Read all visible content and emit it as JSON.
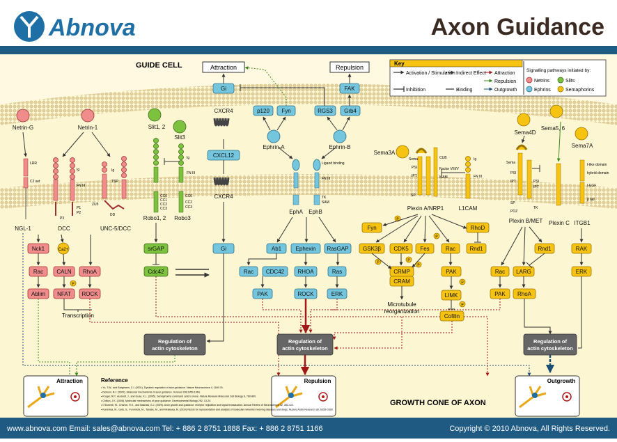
{
  "header": {
    "brand": "Abnova",
    "title": "Axon Guidance"
  },
  "labels": {
    "guide_cell": "GUIDE CELL",
    "growth_cone": "GROWTH CONE OF AXON",
    "attraction": "Attraction",
    "repulsion": "Repulsion",
    "outgrowth": "Outgrowth",
    "transcription": "Transcription",
    "microtubule": "Microtubule",
    "reorganization": "reorganization",
    "regulation1": "Regulation of",
    "regulation2": "actin cytoskeleton"
  },
  "ligands": {
    "netrin_g": "Netrin-G",
    "netrin_1": "Netrin-1",
    "slit12": "Slit1, 2",
    "slit3": "Slit3",
    "ephrin_a": "Ephrin-A",
    "ephrin_b": "Ephrin-B",
    "sema3a": "Sema3A",
    "sema4d": "Sema4D",
    "sema56": "Sema5, 6",
    "sema7a": "Sema7A"
  },
  "receptors": {
    "ngl1": "NGL-1",
    "dcc": "DCC",
    "unc5": "UNC-5/DCC",
    "robo12": "Robo1, 2",
    "robo3": "Robo3",
    "cxcr4": "CXCR4",
    "epha": "EphA",
    "ephb": "EphB",
    "plexin_a": "Plexin A/NRP1",
    "l1cam": "L1CAM",
    "plexin_b": "Plexin B/MET",
    "plexin_c": "Plexin C",
    "itgb1": "ITGB1"
  },
  "nodes": {
    "gi_top": "Gi",
    "p120": "p120",
    "fyn_top": "Fyn",
    "rgs3": "RGS3",
    "grb4": "Grb4",
    "fak": "FAK",
    "cxcl12": "CXCL12",
    "gi_mid": "Gi",
    "nck1": "Nck1",
    "ca": "Ca2+",
    "rac_r": "Rac",
    "caln": "CALN",
    "rhoa_r": "RhoA",
    "ablim": "Ablim",
    "nfat": "NFAT",
    "rock_r": "ROCK",
    "srgap": "srGAP",
    "cdc42_g": "Cdc42",
    "ab1": "Ab1",
    "ephexin": "Ephexin",
    "rasgap": "RasGAP",
    "rac_b": "Rac",
    "cdc42_b": "CDC42",
    "rhoa_b": "RHOA",
    "ras_b": "Ras",
    "pak_b": "PAK",
    "rock_b": "ROCK",
    "erk_b": "ERK",
    "fyn_y": "Fyn",
    "gsk3b": "GSK3β",
    "cdk5": "CDK5",
    "fes": "Fes",
    "rac_y": "Rac",
    "rnd1_y": "Rnd1",
    "rhod": "RhoD",
    "crmp": "CRMP",
    "cram": "CRAM",
    "pak_y": "PAK",
    "limk": "LIMK",
    "cofilin": "Cofilin",
    "rac_y2": "Rac",
    "larg": "LARG",
    "rnd1_y2": "Rnd1",
    "pak_y2": "PAK",
    "rhoa_y2": "RhoA",
    "rak": "RAK",
    "erk_y": "ERK"
  },
  "domains": {
    "lrr": "LRR",
    "c2set": "C2 set",
    "ig": "Ig",
    "fn3": "FN III",
    "p1": "P1",
    "p2": "P2",
    "p3": "P3",
    "tsp": "TSP",
    "zu5": "ZU5",
    "dd": "DD",
    "cc0": "CC0",
    "cc1": "CC1",
    "cc2": "CC2",
    "cc3": "CC3",
    "ligand_binding": "Ligand binding",
    "tk": "TK",
    "sam": "SAM",
    "sema": "Sema",
    "psi": "PSI",
    "ipt": "IPT",
    "cub": "CUB",
    "factor": "Factor VIII/V",
    "mam": "MAM",
    "sp": "SP",
    "poz": "POZ",
    "hlike": "I-like domain",
    "hybrid": "hybrid domain",
    "iegf": "I-EGF",
    "btail": "β tail"
  },
  "key": {
    "title": "Key",
    "activation": "Activation / Stimulation",
    "inhibition": "Inhibition",
    "indirect": "Indirect Effect",
    "binding": "Binding",
    "k_attraction": "Attraction",
    "k_repulsion": "Repulsion",
    "k_outgrowth": "Outgrowth",
    "signal_title": "Signalling pathways initiated by:",
    "netrins": "Netrins",
    "slits": "Slits",
    "ephrins": "Ephrins",
    "semaphorins": "Semaphorins"
  },
  "reference": {
    "title": "Reference",
    "lines": [
      "Yu, T.W., and Bargmann, C.I. (2001). Dynamic regulation of axon guidance. Nature Neuroscience 4, 1169-76.",
      "Dickson, B.J. (2002). Molecular mechanisms of axon guidance. Science 298,1959-1964.",
      "Kruger, R.P., Aurandt, J., and Guan, K.L. (2005). Semaphorins command cells to move. Nature Reviews Molecular Cell Biology 6, 789-800.",
      "Chilton, J.K. (2006). Molecular mechanisms of axon guidance. Developmental Biology 292, 13-24.",
      "O'Donnell, M., Chance, R.K., and Bashaw, G.J. (2009). Axon growth and guidance: receptor regulation and signal transduction. Annual Review of Neuroscience 32, 383-412.",
      "Kanehisa, M., Goto, S., Furumichi, M., Tanabe, M., and Hirakawa, M. (2010) KEGG for representation and analysis of molecular networks involving diseases and drugs. Nucleic Acids Research 38, D355-D360."
    ]
  },
  "footer": {
    "contact": "www.abnova.com  Email: sales@abnova.com  Tel: + 886 2 8751 1888  Fax: + 886 2 8751 1166",
    "copyright": "Copyright © 2010 Abnova, All Rights Reserved."
  },
  "colors": {
    "header_bar": "#1f5a82",
    "brand": "#1e6fa5",
    "cyto": "#fdf6d2",
    "membrane": "#e8d9a8",
    "blue_node": "#73c6dd",
    "red_node": "#f08c8c",
    "green_node": "#7dc23f",
    "yellow_node": "#f6c313",
    "repulsion_line": "#a01818",
    "attraction_line": "#3c8a1e",
    "outgrowth_line": "#1d4f74"
  }
}
